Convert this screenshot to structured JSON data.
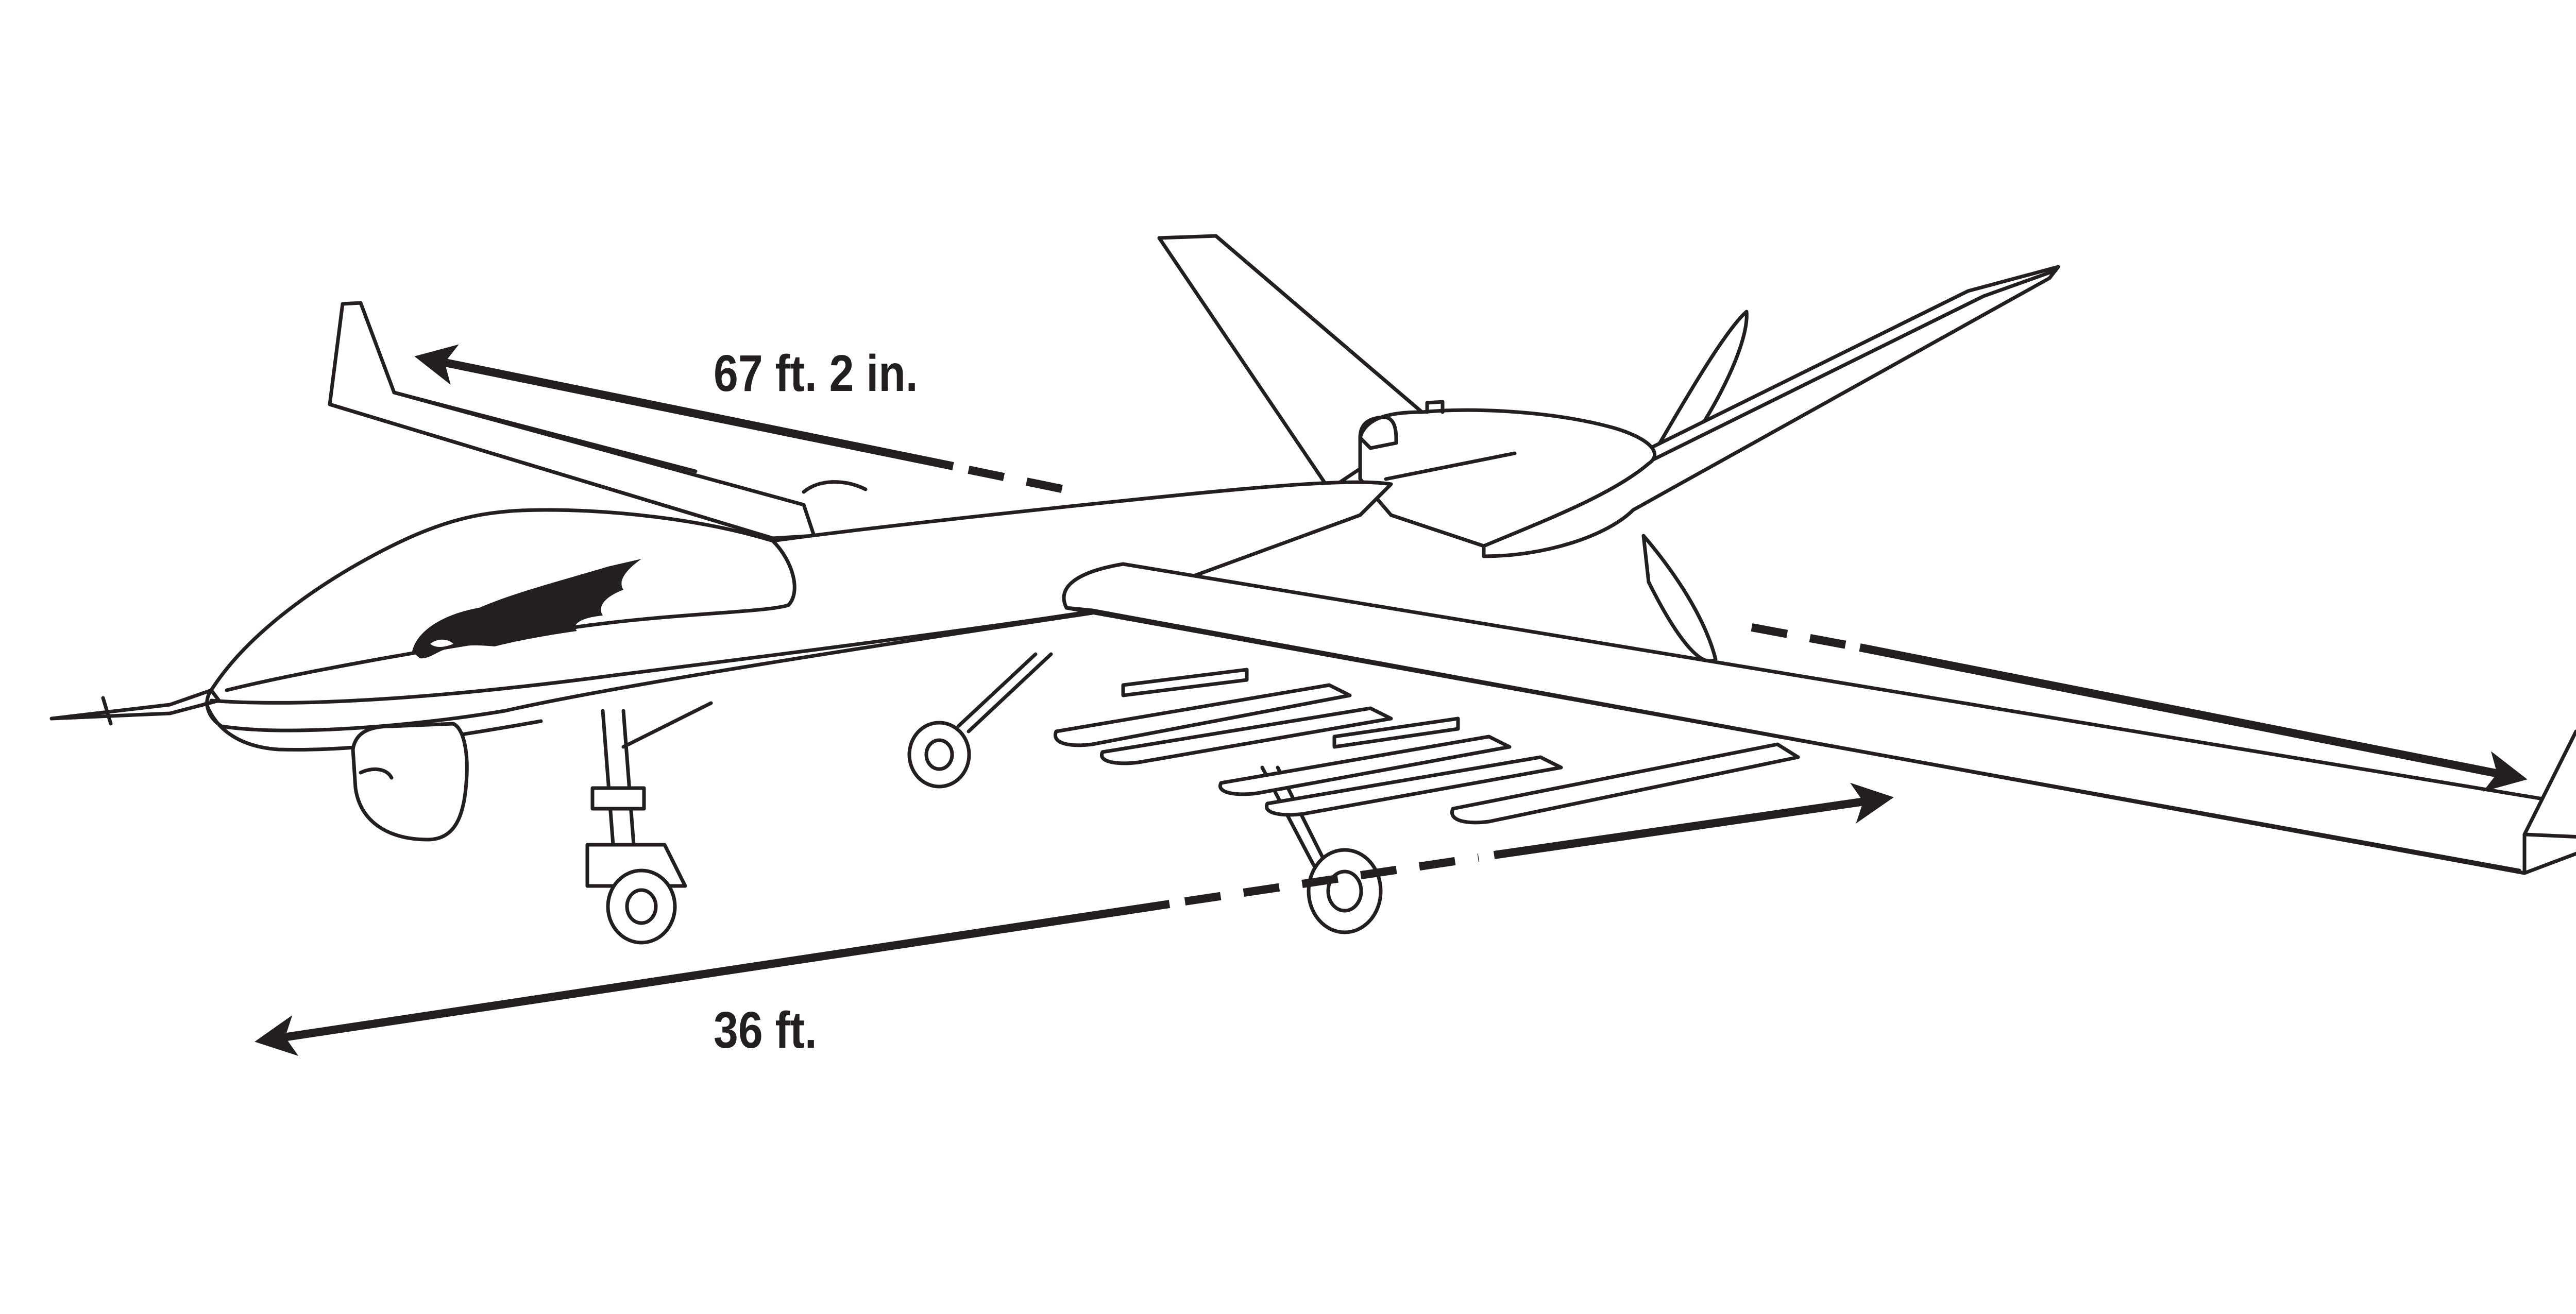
{
  "figure": {
    "wingspan_label": "67 ft. 2 in.",
    "length_label": "36 ft."
  },
  "colors": {
    "ink": "#231f20",
    "background": "#ffffff"
  },
  "icons": {
    "emblem": "eagle-head-icon",
    "dimension_arrows": "double-headed-arrow"
  }
}
